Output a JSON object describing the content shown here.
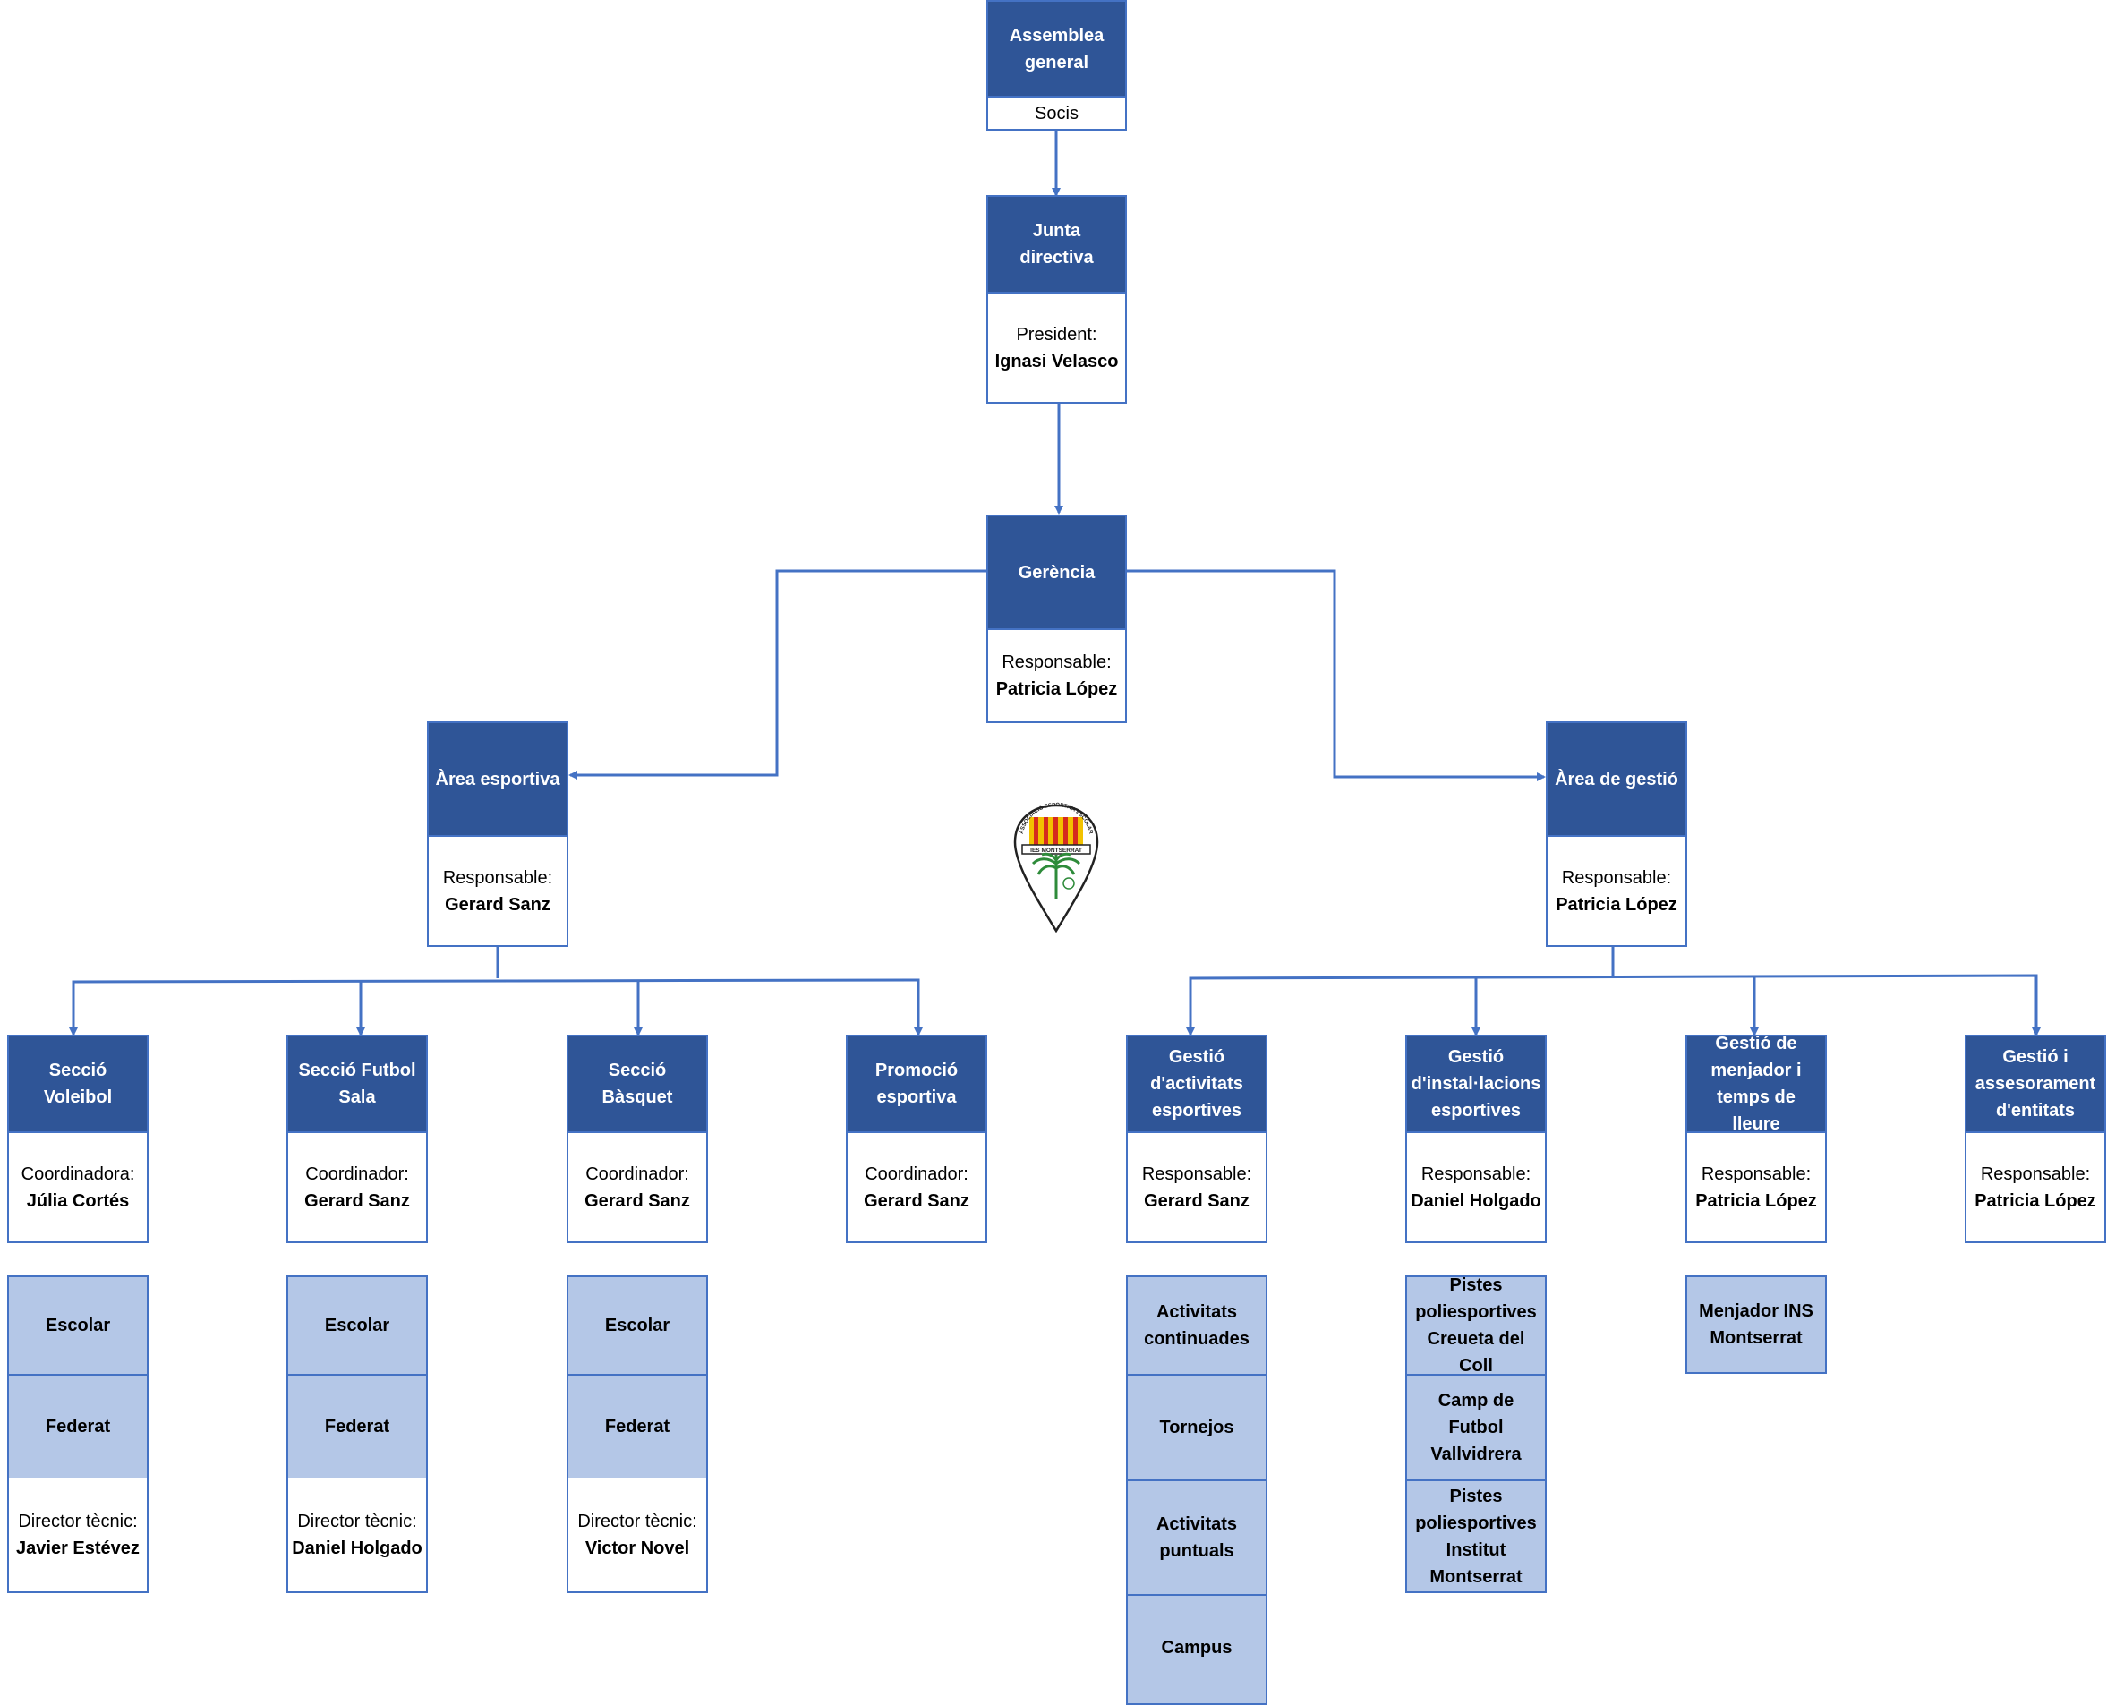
{
  "nodes": {
    "assemblea": {
      "title": "Assemblea\ngeneral",
      "subtitle": "Socis"
    },
    "junta": {
      "title": "Junta directiva",
      "role": "President:",
      "person": "Ignasi Velasco"
    },
    "gerencia": {
      "title": "Gerència",
      "role": "Responsable:",
      "person": "Patricia López"
    },
    "area_esportiva": {
      "title": "Àrea esportiva",
      "role": "Responsable:",
      "person": "Gerard Sanz"
    },
    "area_gestio": {
      "title": "Àrea de gestió",
      "role": "Responsable:",
      "person": "Patricia López"
    },
    "voleibol": {
      "title": "Secció Voleibol",
      "role": "Coordinadora:",
      "person": "Júlia Cortés"
    },
    "futbol_sala": {
      "title": "Secció Futbol\nSala",
      "role": "Coordinador:",
      "person": "Gerard Sanz"
    },
    "basquet": {
      "title": "Secció Bàsquet",
      "role": "Coordinador:",
      "person": "Gerard Sanz"
    },
    "promocio": {
      "title": "Promoció\nesportiva",
      "role": "Coordinador:",
      "person": "Gerard Sanz"
    },
    "gestio_activitats": {
      "title": "Gestió\nd'activitats\nesportives",
      "role": "Responsable:",
      "person": "Gerard Sanz"
    },
    "gestio_installacions": {
      "title": "Gestió\nd'instal·lacions\nesportives",
      "role": "Responsable:",
      "person": "Daniel Holgado"
    },
    "gestio_menjador": {
      "title": "Gestió de\nmenjador i\ntemps de lleure",
      "role": "Responsable:",
      "person": "Patricia López"
    },
    "gestio_assessorament": {
      "title": "Gestió i\nassesorament\nd'entitats",
      "role": "Responsable:",
      "person": "Patricia López"
    }
  },
  "stacks": {
    "voleibol": {
      "items": [
        "Escolar",
        "Federat"
      ],
      "role": "Director tècnic:",
      "person": "Javier Estévez"
    },
    "futbol_sala": {
      "items": [
        "Escolar",
        "Federat"
      ],
      "role": "Director tècnic:",
      "person": "Daniel Holgado"
    },
    "basquet": {
      "items": [
        "Escolar",
        "Federat"
      ],
      "role": "Director tècnic:",
      "person": "Victor Novel"
    },
    "activitats": {
      "items": [
        "Activitats\ncontinuades",
        "Tornejos",
        "Activitats\npuntuals",
        "Campus"
      ]
    },
    "installacions": {
      "items": [
        "Pistes\npoliesportives\nCreueta del Coll",
        "Camp de Futbol\nVallvidrera",
        "Pistes\npoliesportives\nInstitut\nMontserrat"
      ]
    },
    "menjador": {
      "items": [
        "Menjador INS\nMontserrat"
      ]
    }
  },
  "logo": {
    "text": "ASSOCIACIÓ ESPORTIVA ESCOLAR",
    "band": "IES MONTSERRAT",
    "colors": {
      "gold": "#F2C200",
      "red": "#D52B1E",
      "green": "#2E8B3A"
    }
  },
  "colors": {
    "header": "#2F5597",
    "border": "#4472C4",
    "light": "#B4C7E7",
    "line": "#4472C4"
  }
}
